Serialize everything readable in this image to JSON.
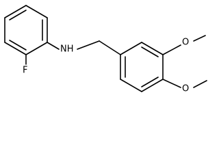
{
  "structure": {
    "atoms": {
      "fluorine": "F",
      "amine": "NH",
      "methoxy_top_oxygen": "O",
      "methoxy_bottom_oxygen": "O"
    }
  }
}
